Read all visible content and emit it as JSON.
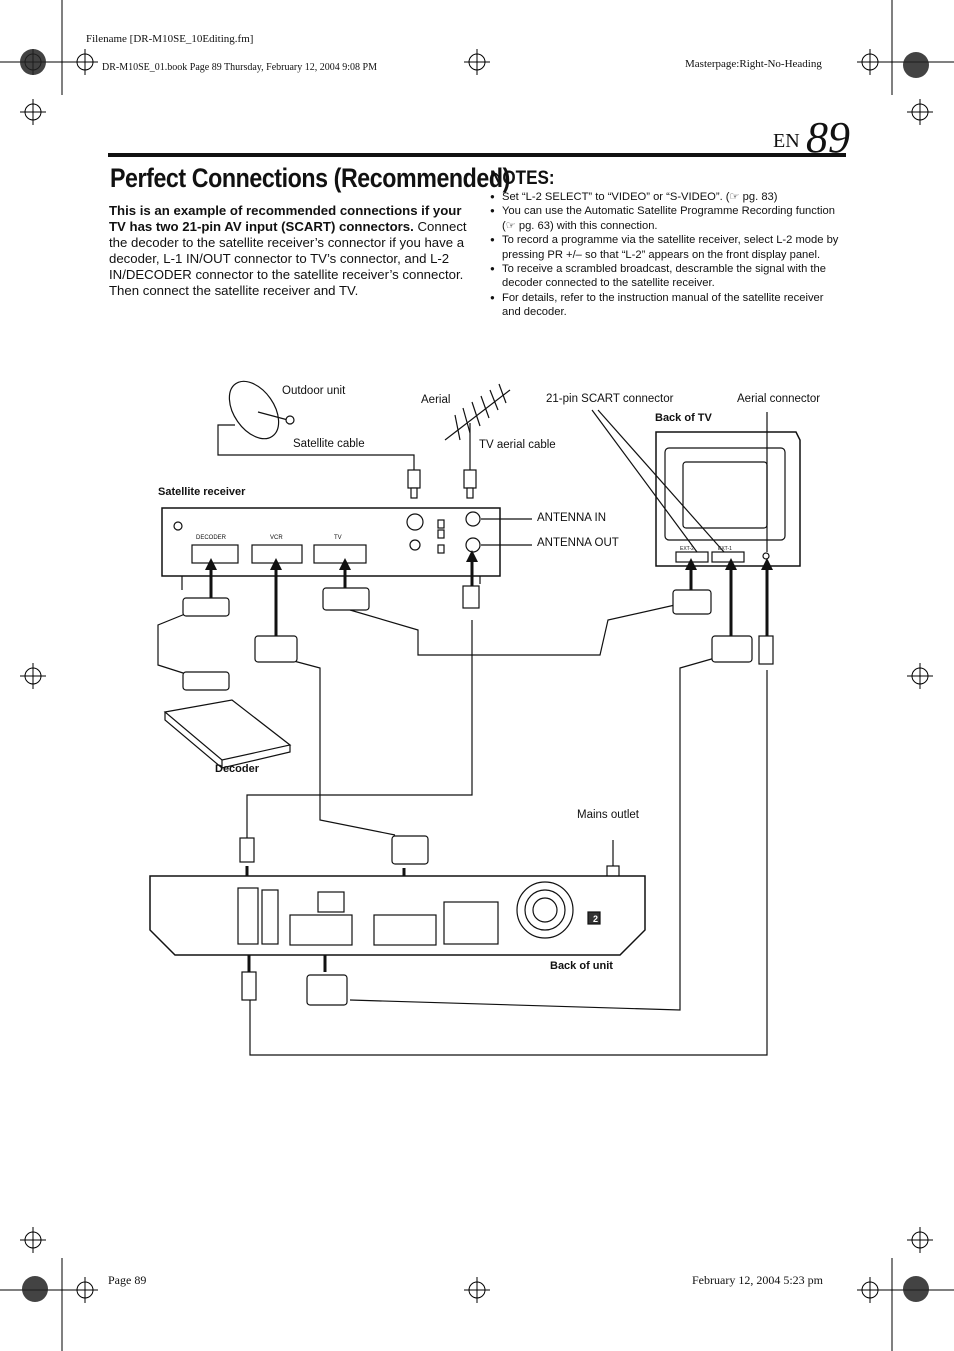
{
  "header": {
    "filename": "Filename [DR-M10SE_10Editing.fm]",
    "book": "DR-M10SE_01.book  Page 89  Thursday, February 12, 2004  9:08 PM",
    "masterpage": "Masterpage:Right-No-Heading"
  },
  "page": {
    "lang": "EN",
    "number": "89"
  },
  "title": "Perfect Connections (Recommended)",
  "intro": {
    "bold": "This is an example of recommended connections if your TV has two 21-pin AV input (SCART) connectors.",
    "text": "Connect the decoder to the satellite receiver’s connector if you have a decoder, L-1 IN/OUT connector to TV’s connector, and L-2 IN/DECODER connector to the satellite receiver’s connector. Then connect the satellite receiver and TV."
  },
  "notes": {
    "heading": "NOTES:",
    "items": [
      "Set “L-2 SELECT” to “VIDEO” or “S-VIDEO”. (☞ pg. 83)",
      "You can use the Automatic Satellite Programme Recording function (☞ pg. 63) with this connection.",
      "To record a programme via the satellite receiver, select L-2 mode by pressing PR +/– so that “L-2” appears on the front display panel.",
      "To receive a scrambled broadcast, descramble the signal with the decoder connected to the satellite receiver.",
      "For details, refer to the instruction manual of the satellite receiver and decoder."
    ]
  },
  "diagram": {
    "outdoor_unit": "Outdoor unit",
    "satellite_cable": "Satellite cable",
    "aerial": "Aerial",
    "tv_aerial_cable": "TV aerial cable",
    "scart_connector": "21-pin SCART connector",
    "aerial_connector": "Aerial connector",
    "back_of_tv": "Back of TV",
    "satellite_receiver": "Satellite receiver",
    "antenna_in": "ANTENNA IN",
    "antenna_out": "ANTENNA OUT",
    "decoder": "Decoder",
    "mains_outlet": "Mains outlet",
    "back_of_unit": "Back of unit",
    "rx_decoder": "DECODER",
    "rx_vcr": "VCR",
    "rx_tv": "TV",
    "tv_ext2": "EXT-2",
    "tv_ext1": "EXT-1",
    "unit_badge": "2"
  },
  "footer": {
    "page": "Page 89",
    "date": "February 12, 2004 5:23 pm"
  }
}
